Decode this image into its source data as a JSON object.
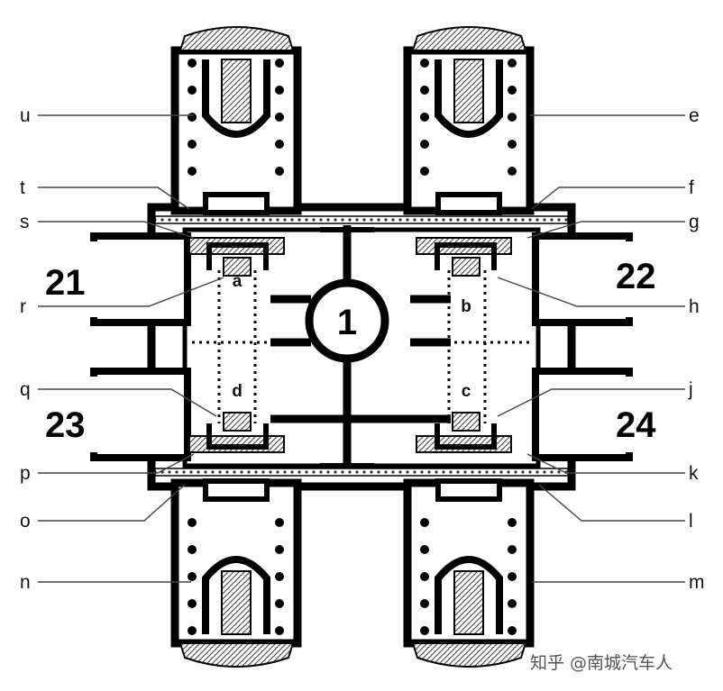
{
  "diagram": {
    "ports": [
      "21",
      "22",
      "23",
      "24"
    ],
    "center_label": "1",
    "inner_labels": [
      "a",
      "b",
      "c",
      "d"
    ],
    "left_labels": [
      "u",
      "t",
      "s",
      "r",
      "q",
      "p",
      "o",
      "n"
    ],
    "right_labels": [
      "e",
      "f",
      "g",
      "h",
      "j",
      "k",
      "l",
      "m"
    ]
  },
  "watermark": "知乎 @南城汽车人",
  "colors": {
    "ink": "#000000",
    "paper": "#ffffff",
    "hatch": "#9a9a9a"
  }
}
